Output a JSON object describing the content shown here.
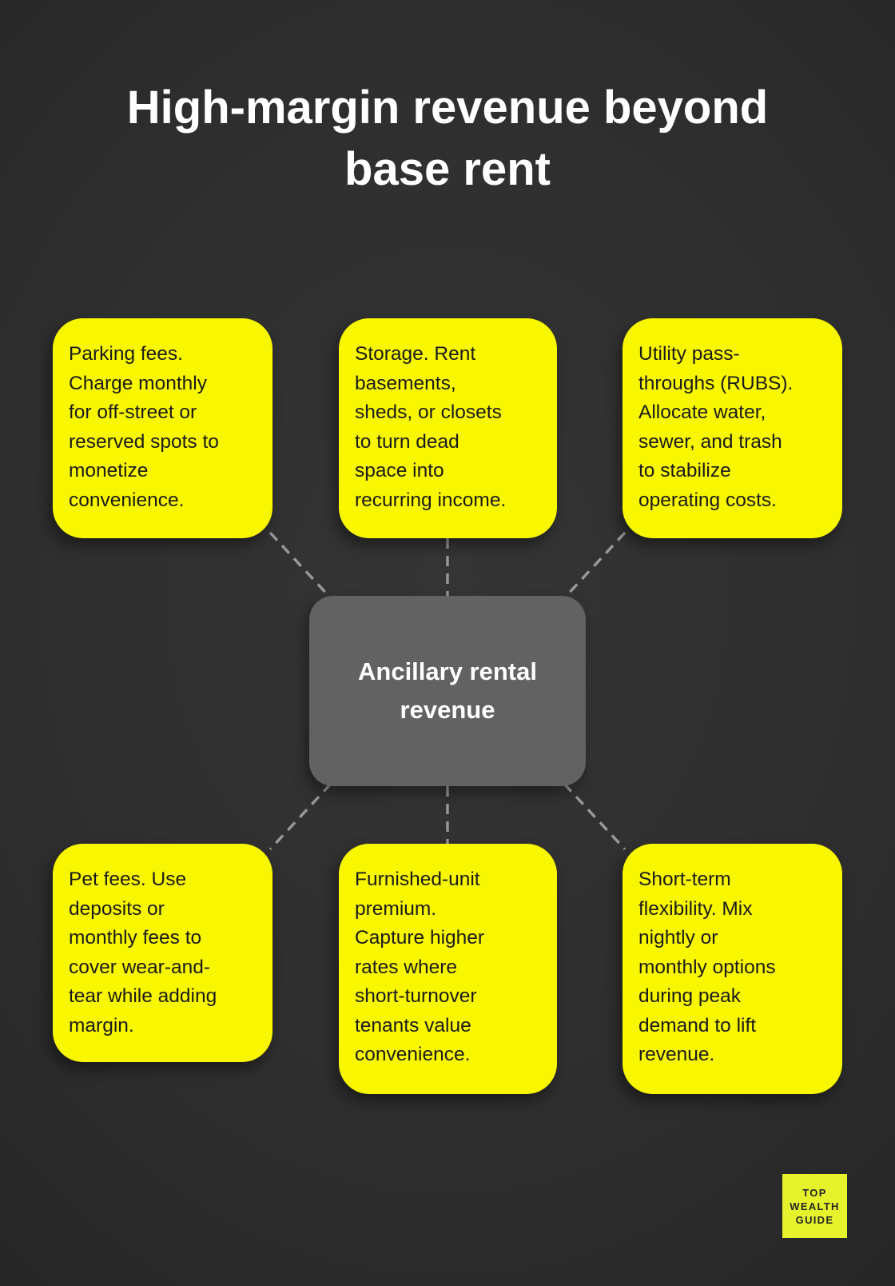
{
  "title": "High-margin revenue beyond\nbase rent",
  "center": {
    "label": "Ancillary rental\nrevenue"
  },
  "cards": [
    {
      "id": "parking-fees",
      "text": "Parking fees.\nCharge monthly\nfor off-street or\nreserved spots to\nmonetize\nconvenience."
    },
    {
      "id": "storage",
      "text": "Storage. Rent\nbasements,\nsheds, or closets\nto turn dead\nspace into\nrecurring income."
    },
    {
      "id": "utility-pass-throughs",
      "text": "Utility pass-\nthroughs (RUBS).\nAllocate water,\nsewer, and trash\nto stabilize\noperating costs."
    },
    {
      "id": "pet-fees",
      "text": "Pet fees. Use\ndeposits or\nmonthly fees to\ncover wear-and-\ntear while adding\nmargin."
    },
    {
      "id": "furnished-unit-premium",
      "text": "Furnished-unit\npremium.\nCapture higher\nrates where\nshort-turnover\ntenants value\nconvenience."
    },
    {
      "id": "short-term-flexibility",
      "text": "Short-term\nflexibility. Mix\nnightly or\nmonthly options\nduring peak\ndemand to lift\nrevenue."
    }
  ],
  "logo": {
    "text": "TOP\nWEALTH\nGUIDE"
  },
  "colors": {
    "background": "#2e2e2e",
    "card_yellow": "#f8f600",
    "center_gray": "#626262",
    "connector_gray": "#999999",
    "logo_yellow": "#e6f22c",
    "card_text": "#1b1b1b",
    "title_text": "#ffffff"
  }
}
